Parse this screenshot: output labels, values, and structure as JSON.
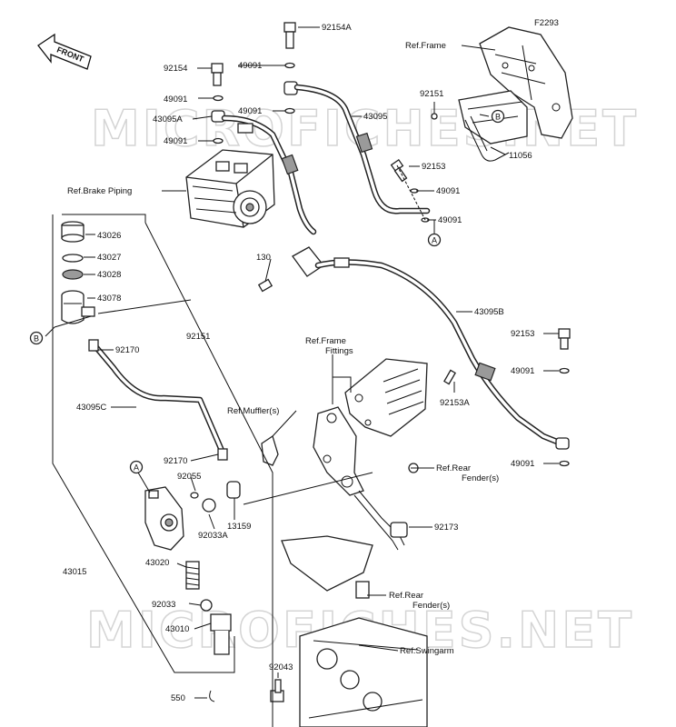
{
  "figure_code": "F2293",
  "watermark": "MICROFICHES.NET",
  "front_label": "FRONT",
  "circle_refs": {
    "a": "A",
    "b": "B"
  },
  "labels": {
    "p92154A": "92154A",
    "p92154": "92154",
    "p49091_1": "49091",
    "p49091_2": "49091",
    "p43095A": "43095A",
    "p49091_3": "49091",
    "p49091_4": "49091",
    "p43095": "43095",
    "ref_frame": "Ref.Frame",
    "p92151_top": "92151",
    "p11056": "11056",
    "p92153_top": "92153",
    "p49091_5": "49091",
    "p49091_6": "49091",
    "ref_brake_piping": "Ref.Brake Piping",
    "p43026": "43026",
    "p43027": "43027",
    "p43028": "43028",
    "p43078": "43078",
    "p130": "130",
    "p92151_mid": "92151",
    "p43095B": "43095B",
    "p92170_top": "92170",
    "ref_frame_fittings_1": "Ref.Frame",
    "ref_frame_fittings_2": "Fittings",
    "p92153_right": "92153",
    "p49091_7": "49091",
    "p43095C": "43095C",
    "ref_mufflers": "Ref.Muffler(s)",
    "p92153A": "92153A",
    "p49091_8": "49091",
    "p92170_bot": "92170",
    "p92055": "92055",
    "ref_rear_fender_1a": "Ref.Rear",
    "ref_rear_fender_1b": "Fender(s)",
    "p92033A": "92033A",
    "p13159": "13159",
    "p92173": "92173",
    "p43015": "43015",
    "p43020": "43020",
    "ref_rear_fender_2a": "Ref.Rear",
    "ref_rear_fender_2b": "Fender(s)",
    "p92033": "92033",
    "p43010": "43010",
    "ref_swingarm": "Ref.Swingarm",
    "p92043": "92043",
    "p550": "550"
  }
}
